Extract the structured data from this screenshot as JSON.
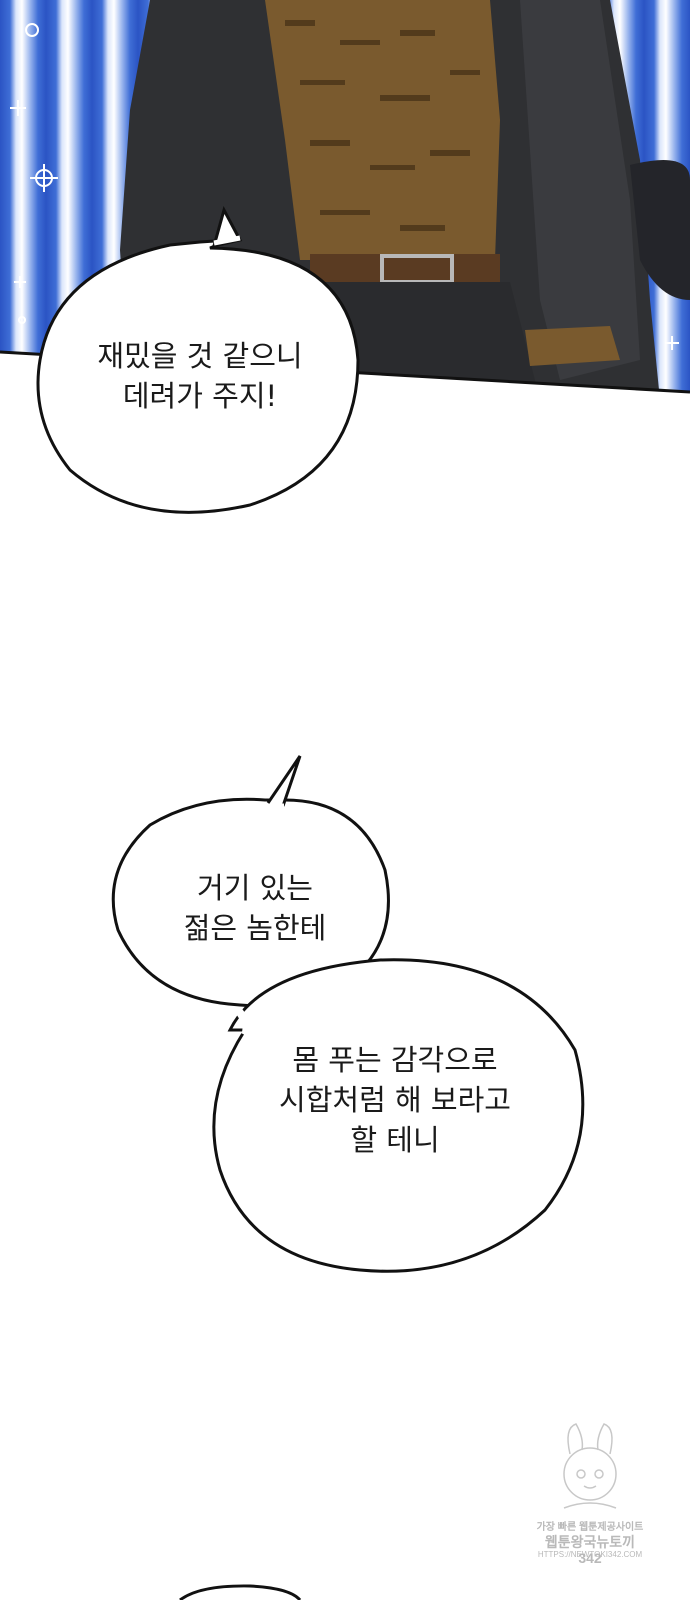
{
  "panel_top": {
    "background_colors": {
      "stripe_dark": "#2b54c4",
      "stripe_light": "#ffffff",
      "jacket": "#2f3033",
      "shirt": "#7a5a2e"
    },
    "bubble1": {
      "lines": "재밌을 것 같으니\n데려가 주지!"
    }
  },
  "panel_bottom": {
    "bubble2": {
      "lines": "거기 있는\n젊은 놈한테"
    },
    "bubble3": {
      "lines": "몸 푸는 감각으로\n시합처럼 해 보라고\n할 테니"
    }
  },
  "watermark": {
    "line1": "가장 빠른 웹툰제공사이트",
    "line2": "웹툰왕국뉴토끼342",
    "line3": "HTTPS://NEWTOKI342.COM"
  }
}
